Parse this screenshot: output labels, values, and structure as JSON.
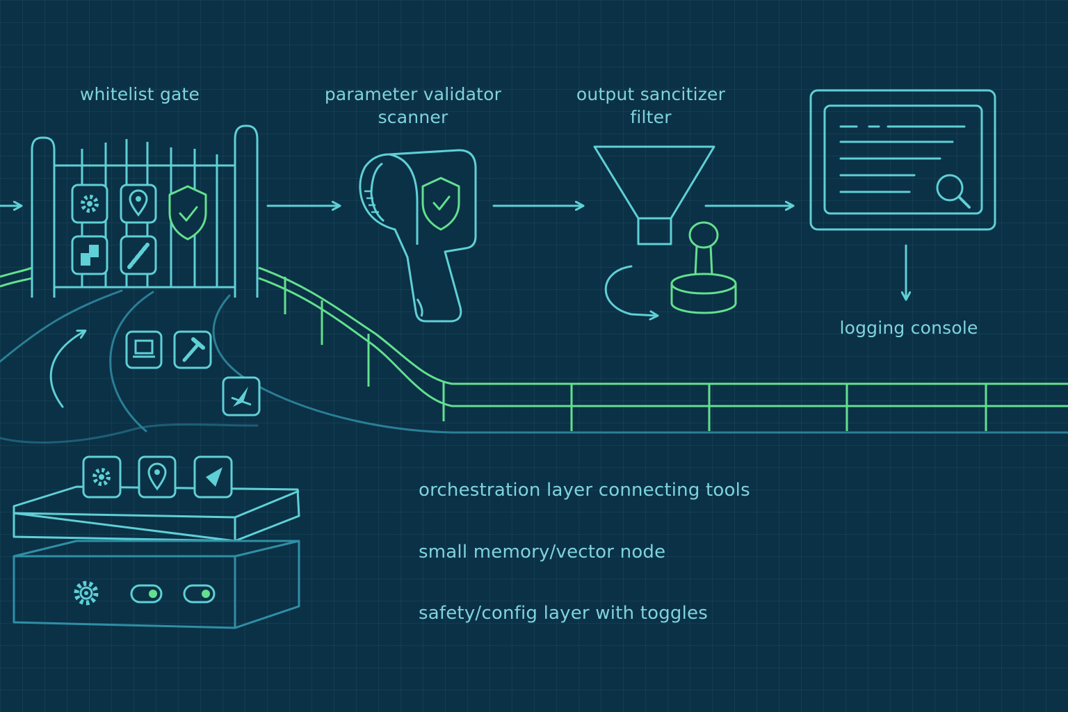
{
  "colors": {
    "background": "#0b3146",
    "cyan": "#5fd0d6",
    "green": "#63e08e",
    "dim": "#2f8fa5",
    "text": "#7fd4dc"
  },
  "stages": {
    "gate": {
      "label": "whitelist gate"
    },
    "scanner": {
      "label_line1": "parameter validator",
      "label_line2": "scanner"
    },
    "filter": {
      "label_line1": "output sancitizer",
      "label_line2": "filter"
    },
    "console": {
      "label": "logging console"
    }
  },
  "legend": [
    {
      "text": "orchestration layer connecting tools"
    },
    {
      "text": "small memory/vector node"
    },
    {
      "text": "safety/config layer with toggles"
    }
  ],
  "icons": {
    "gate_grid": [
      "gear-icon",
      "location-pin-icon",
      "shield-check-icon",
      "puzzle-icon",
      "wrench-icon"
    ],
    "path_tools": [
      "laptop-icon",
      "hammer-icon",
      "compass-icon"
    ],
    "platform_top": [
      "gear-icon",
      "location-pin-icon",
      "send-icon"
    ],
    "platform_front": [
      "gear-icon",
      "toggle-icon",
      "toggle-icon"
    ]
  }
}
